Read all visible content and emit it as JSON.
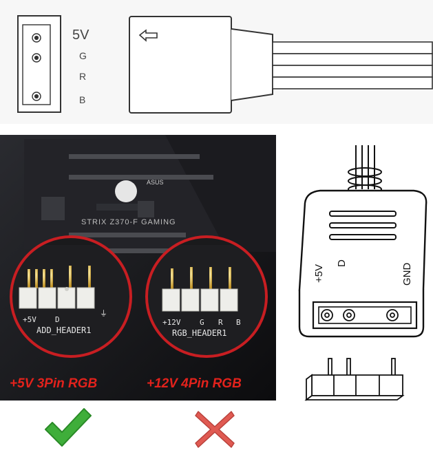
{
  "top_connector": {
    "pin_labels": [
      "5V",
      "G",
      "R",
      "B"
    ]
  },
  "board": {
    "brand": "ASUS",
    "model": "STRIX Z370-F GAMING",
    "left_header": {
      "pin_labels": [
        "+5V",
        "D",
        "",
        "⏚"
      ],
      "name": "ADD_HEADER1",
      "caption": "+5V 3Pin RGB"
    },
    "right_header": {
      "pin_labels": [
        "+12V",
        "G",
        "R",
        "B"
      ],
      "name": "RGB_HEADER1",
      "caption": "+12V 4Pin RGB"
    }
  },
  "right_connector": {
    "pin_labels": [
      "+5V",
      "D",
      "GND"
    ]
  },
  "icons": {
    "check": "check-icon",
    "cross": "cross-icon",
    "arrow": "arrow-left-icon"
  },
  "colors": {
    "check": "#3fae3a",
    "cross": "#e05a52",
    "caption": "#e3221c",
    "ring": "#c81e22"
  }
}
